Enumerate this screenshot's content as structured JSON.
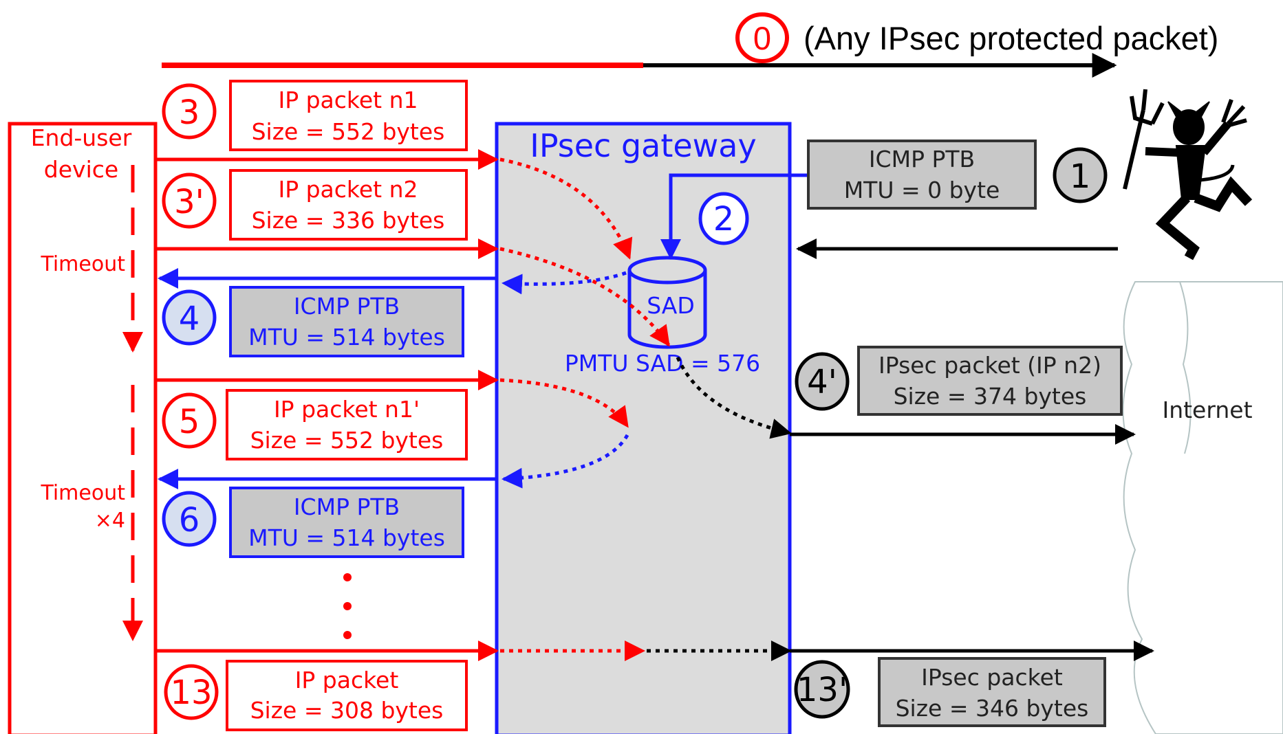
{
  "legend": {
    "step": "0",
    "text": "(Any IPsec protected packet)"
  },
  "actors": {
    "end_user": "End-user\ndevice",
    "gateway": "IPsec gateway",
    "sad": "SAD",
    "pmtu": "PMTU SAD = 576",
    "internet": "Internet"
  },
  "timeouts": {
    "first": "Timeout",
    "second": "Timeout",
    "multiplier": "×4"
  },
  "steps": {
    "s1": {
      "num": "1",
      "line1": "ICMP PTB",
      "line2": "MTU = 0 byte"
    },
    "s2": {
      "num": "2"
    },
    "s3": {
      "num": "3",
      "line1": "IP packet n1",
      "line2": "Size = 552 bytes"
    },
    "s3p": {
      "num": "3'",
      "line1": "IP packet n2",
      "line2": "Size = 336 bytes"
    },
    "s4": {
      "num": "4",
      "line1": "ICMP PTB",
      "line2": "MTU = 514 bytes"
    },
    "s4p": {
      "num": "4'",
      "line1": "IPsec packet (IP n2)",
      "line2": "Size = 374 bytes"
    },
    "s5": {
      "num": "5",
      "line1": "IP packet n1'",
      "line2": "Size = 552 bytes"
    },
    "s6": {
      "num": "6",
      "line1": "ICMP PTB",
      "line2": "MTU = 514 bytes"
    },
    "s13": {
      "num": "13",
      "line1": "IP packet",
      "line2": "Size = 308 bytes"
    },
    "s13p": {
      "num": "13'",
      "line1": "IPsec packet",
      "line2": "Size = 346 bytes"
    }
  },
  "colors": {
    "attacker_path": "#ff0000",
    "icmp_path": "#1a1aff",
    "ipsec_path": "#000000",
    "gateway_fill": "#dcdcdc",
    "step_fill_gray": "#c8c8c8",
    "icmp_box_fill": "#c8c8c8"
  },
  "icons": {
    "attacker": "devil-icon",
    "network": "cloud-icon",
    "database": "database-icon"
  }
}
